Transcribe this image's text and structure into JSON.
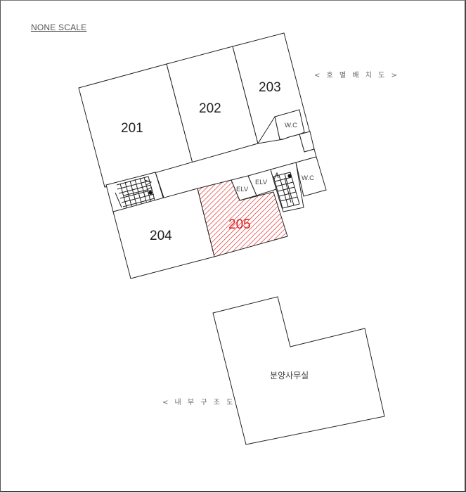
{
  "header": {
    "scale_label": "NONE SCALE"
  },
  "captions": {
    "floor_layout": "< 호 별 배 치 도 >",
    "interior_structure": "< 내 부 구 조 도 >"
  },
  "rooms": {
    "r201": "201",
    "r202": "202",
    "r203": "203",
    "r204": "204",
    "r205": "205",
    "wc_upper": "W.C",
    "wc_lower": "W.C",
    "elv_1": "ELV",
    "elv_2": "ELV",
    "sales_office": "분양사무실"
  },
  "highlight": {
    "room": "205",
    "color": "#e0201e",
    "pattern": "diagonal-hatch"
  },
  "colors": {
    "line": "#222222",
    "highlight": "#e0201e",
    "background": "#ffffff"
  }
}
